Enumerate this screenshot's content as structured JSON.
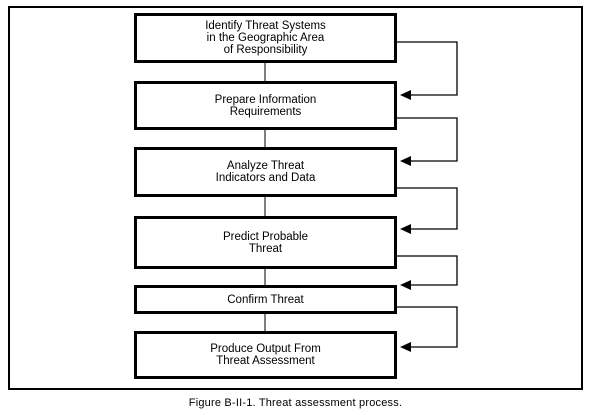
{
  "diagram": {
    "steps": [
      {
        "label": "Identify Threat Systems\nin the Geographic Area\nof Responsibility"
      },
      {
        "label": "Prepare Information\nRequirements"
      },
      {
        "label": "Analyze Threat\nIndicators and Data"
      },
      {
        "label": "Predict Probable\nThreat"
      },
      {
        "label": "Confirm Threat"
      },
      {
        "label": "Produce Output From\nThreat Assessment"
      }
    ]
  },
  "caption": "Figure B-II-1.  Threat assessment process."
}
